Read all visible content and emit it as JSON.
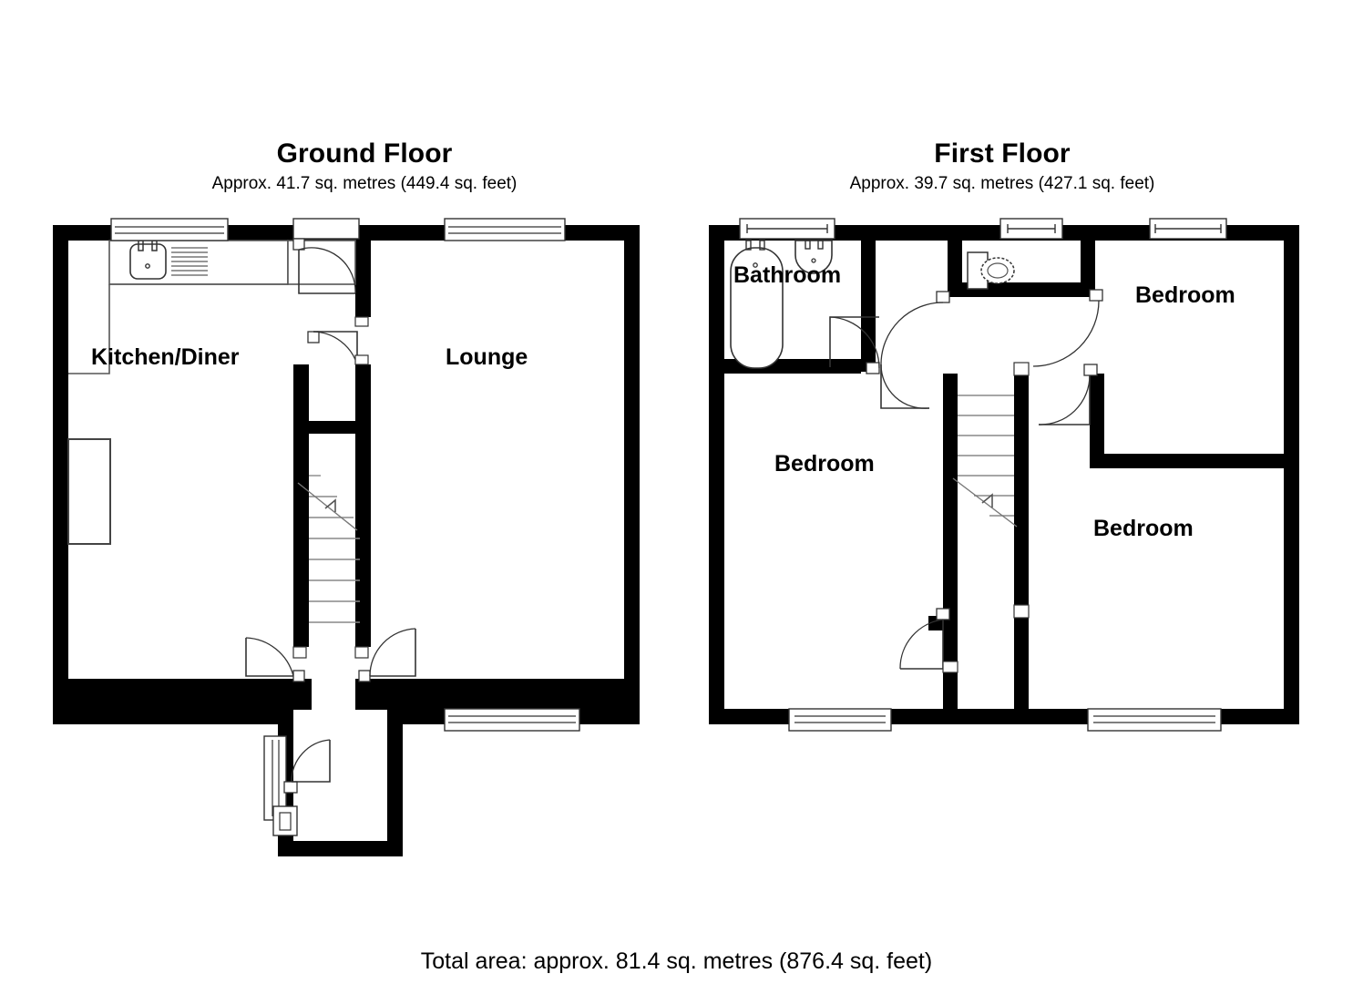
{
  "document": {
    "type": "floor-plan",
    "total_area_text": "Total area: approx. 81.4 sq. metres (876.4 sq. feet)"
  },
  "floors": [
    {
      "id": "ground",
      "title": "Ground Floor",
      "area_text": "Approx. 41.7 sq. metres (449.4 sq. feet)",
      "area_sq_metres": "41.7",
      "area_sq_feet": "449.4",
      "rooms": [
        {
          "name": "Kitchen/Diner",
          "label": "Kitchen/Diner"
        },
        {
          "name": "Lounge",
          "label": "Lounge"
        }
      ]
    },
    {
      "id": "first",
      "title": "First Floor",
      "area_text": "Approx. 39.7 sq. metres (427.1 sq. feet)",
      "area_sq_metres": "39.7",
      "area_sq_feet": "427.1",
      "rooms": [
        {
          "name": "Bathroom",
          "label": "Bathroom"
        },
        {
          "name": "Bedroom 1",
          "label": "Bedroom"
        },
        {
          "name": "Bedroom 2",
          "label": "Bedroom"
        },
        {
          "name": "Bedroom 3",
          "label": "Bedroom"
        }
      ]
    }
  ],
  "colors": {
    "wall": "#000000",
    "background": "#ffffff",
    "fixture_stroke": "#000000",
    "text": "#000000"
  }
}
